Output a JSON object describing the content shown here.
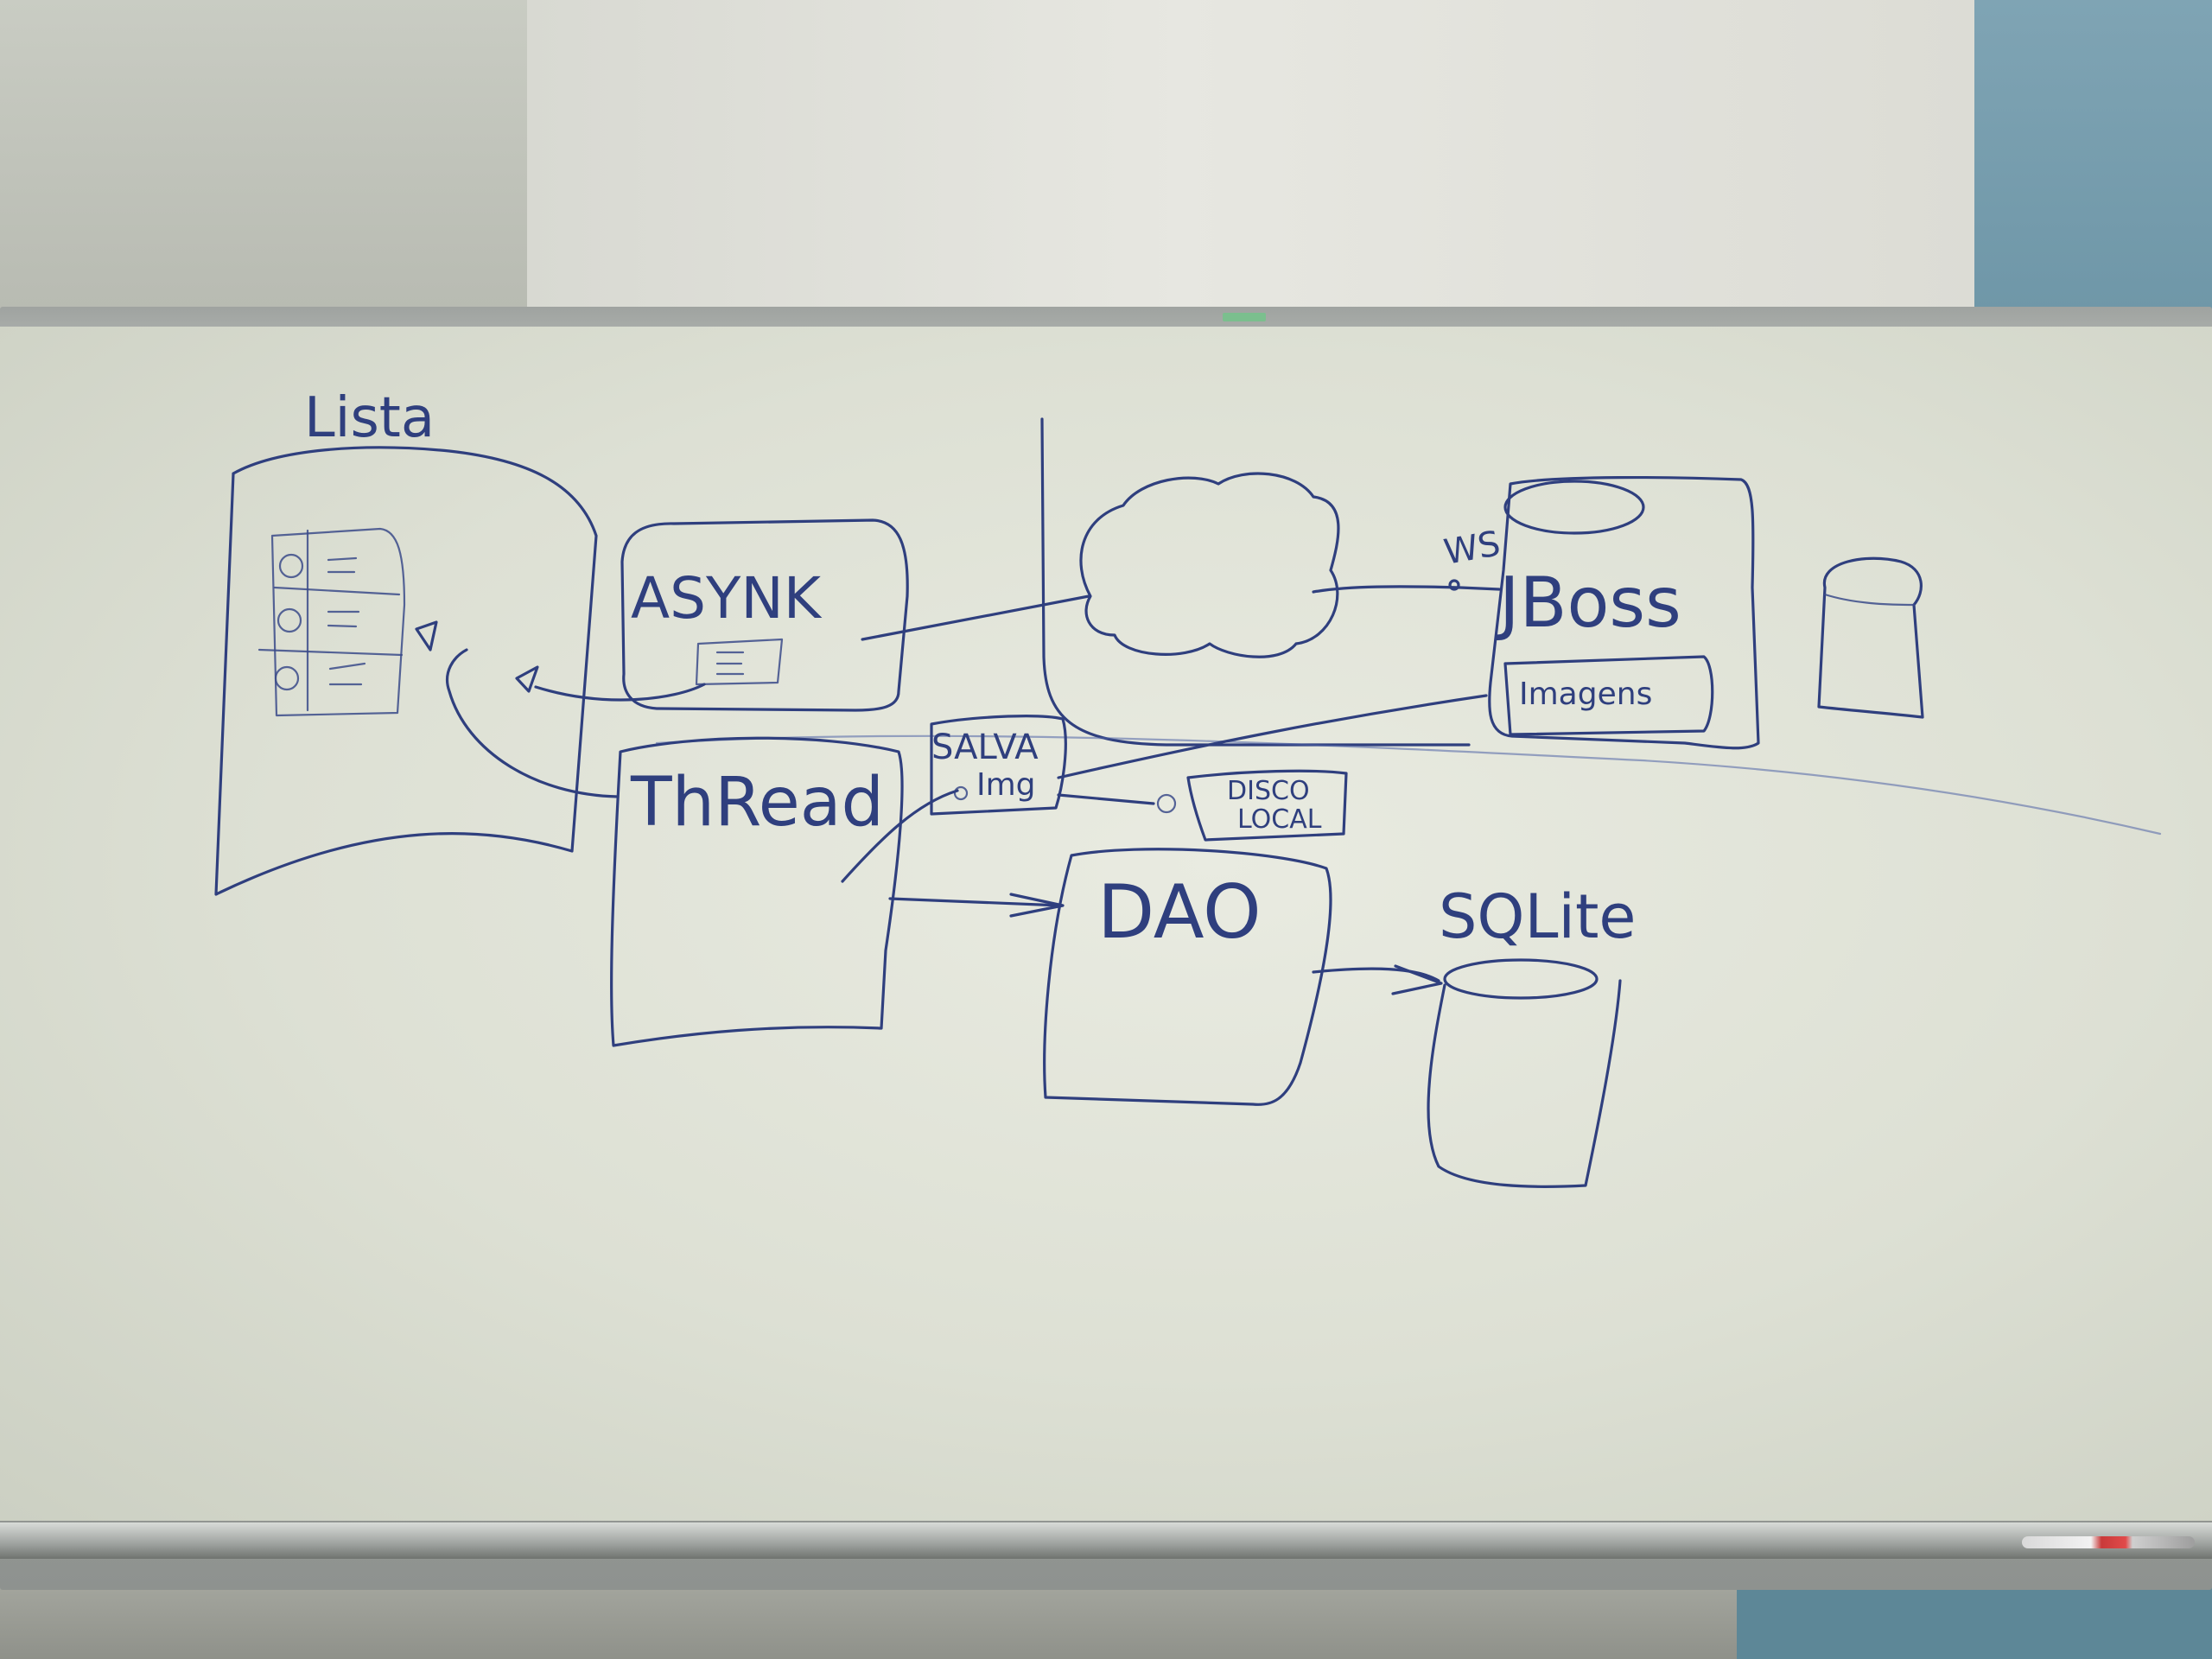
{
  "whiteboard": {
    "labels": {
      "lista": "Lista",
      "asynk": "ASYNK",
      "thread": "ThRead",
      "salva_img_line1": "SALVA",
      "salva_img_line2": "Img",
      "disco_local_line1": "DISCO",
      "disco_local_line2": "LOCAL",
      "dao": "DAO",
      "sqlite": "SQLite",
      "ws": "WS",
      "jboss": "JBoss",
      "imagens": "Imagens"
    },
    "ink_color": "#2f3f7e"
  }
}
